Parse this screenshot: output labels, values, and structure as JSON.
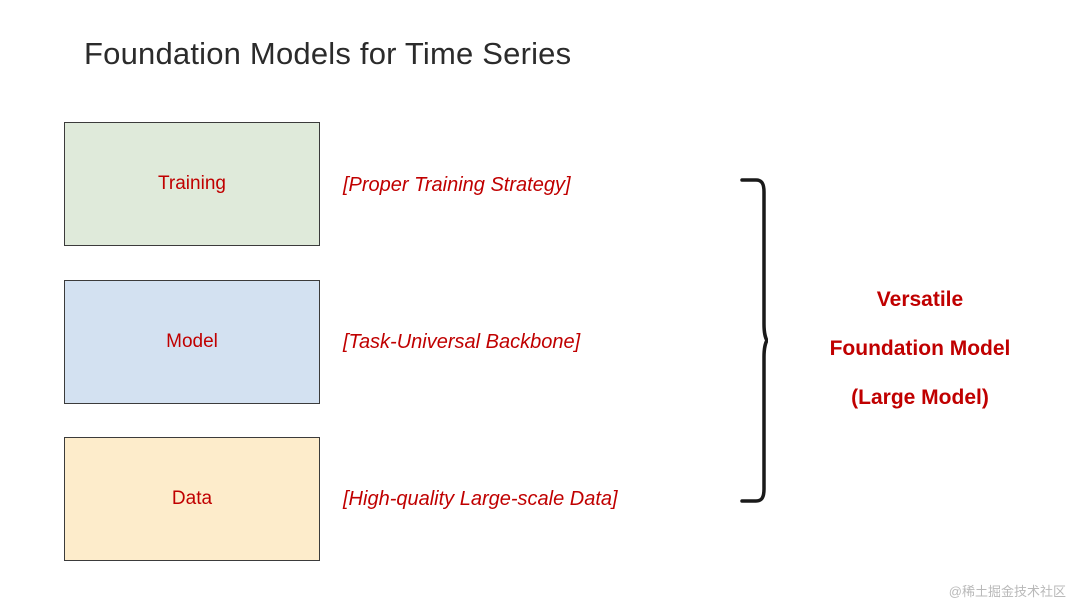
{
  "slide": {
    "title": "Foundation Models for Time Series",
    "boxes": [
      {
        "label": "Training",
        "color": "#dfeada",
        "annotation": "[Proper Training Strategy]"
      },
      {
        "label": "Model",
        "color": "#d3e1f1",
        "annotation": "[Task-Universal Backbone]"
      },
      {
        "label": "Data",
        "color": "#fdeccb",
        "annotation": "[High-quality Large-scale Data]"
      }
    ],
    "result": {
      "line1": "Versatile",
      "line2": "Foundation Model",
      "line3": "(Large Model)"
    },
    "accent_color": "#c00000",
    "watermark": "@稀土掘金技术社区"
  }
}
